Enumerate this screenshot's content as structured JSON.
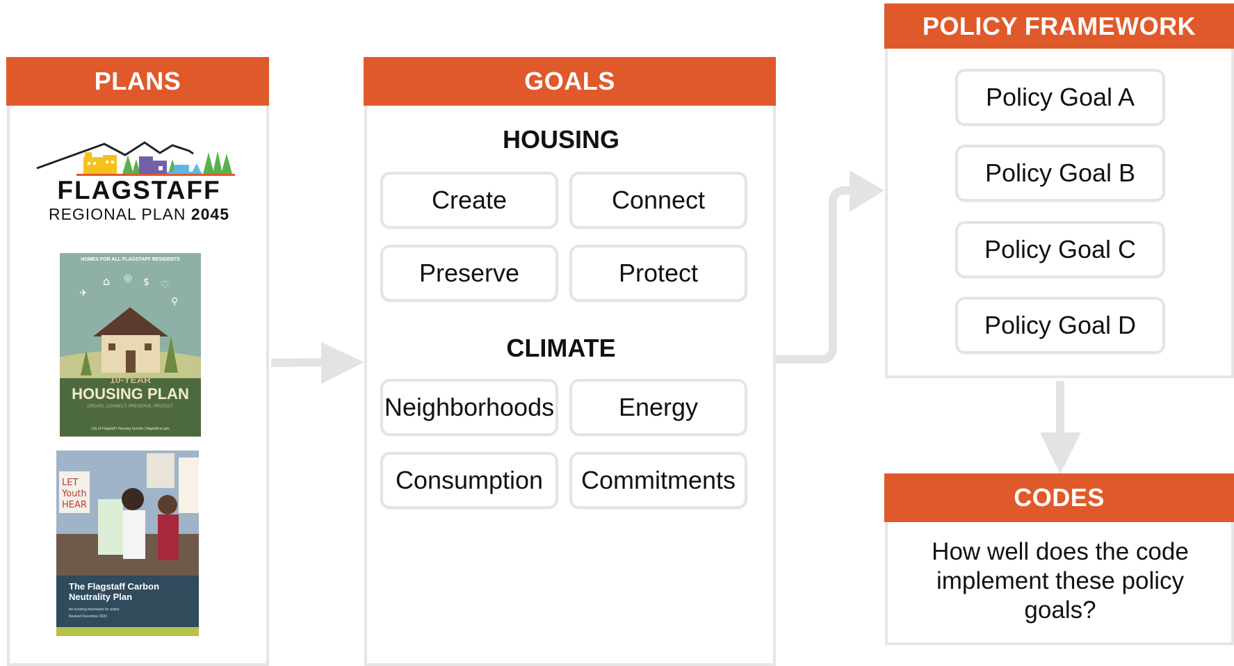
{
  "plans": {
    "header": "PLANS",
    "regional_plan": {
      "name": "FLAGSTAFF",
      "subtitle": "REGIONAL PLAN",
      "year": "2045"
    },
    "housing_plan": {
      "top": "HOMES FOR ALL FLAGSTAFF RESIDENTS",
      "label_small": "10-YEAR",
      "label_big": "HOUSING PLAN",
      "tagline": "CREATE, CONNECT, PRESERVE, PROTECT",
      "footer": "City of Flagstaff | Housing Section | flagstaff.az.gov"
    },
    "carbon_plan": {
      "title": "The Flagstaff Carbon Neutrality Plan",
      "subtitle": "An evolving framework for action",
      "revised": "Revised December 2022"
    }
  },
  "goals": {
    "header": "GOALS",
    "housing_title": "HOUSING",
    "housing_items": [
      "Create",
      "Connect",
      "Preserve",
      "Protect"
    ],
    "climate_title": "CLIMATE",
    "climate_items": [
      "Neighborhoods",
      "Energy",
      "Consumption",
      "Commitments"
    ]
  },
  "policy": {
    "header": "POLICY FRAMEWORK",
    "items": [
      "Policy Goal A",
      "Policy Goal B",
      "Policy Goal C",
      "Policy Goal D"
    ]
  },
  "codes": {
    "header": "CODES",
    "text": "How well does the code implement these policy goals?"
  },
  "colors": {
    "accent": "#e0592a",
    "border": "#e6e6e6",
    "arrow": "#e3e3e3"
  }
}
